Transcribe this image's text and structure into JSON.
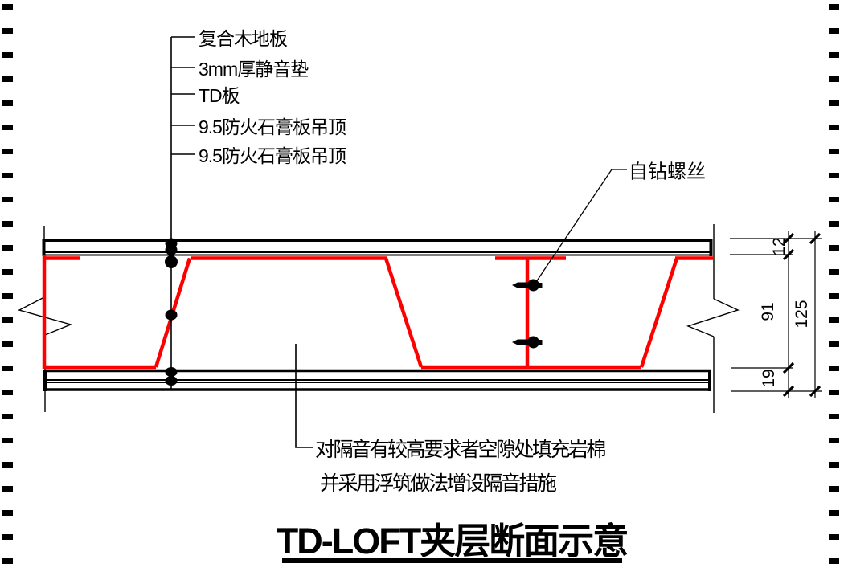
{
  "drawing": {
    "title": "TD-LOFT夹层断面示意",
    "layer_labels": [
      "复合木地板",
      "3mm厚静音垫",
      "TD板",
      "9.5防火石膏板吊顶",
      "9.5防火石膏板吊顶"
    ],
    "screw_callout": "自钻螺丝",
    "notes": [
      "对隔音有较高要求者空隙处填充岩棉",
      "并采用浮筑做法增设隔音措施"
    ],
    "dimensions": {
      "floor_thickness": "12",
      "truss_depth": "91",
      "ceiling_thickness": "19",
      "overall": "125"
    },
    "colors": {
      "truss_red": "#FF0000",
      "line_black": "#000000",
      "paper_white": "#FFFFFF"
    }
  }
}
